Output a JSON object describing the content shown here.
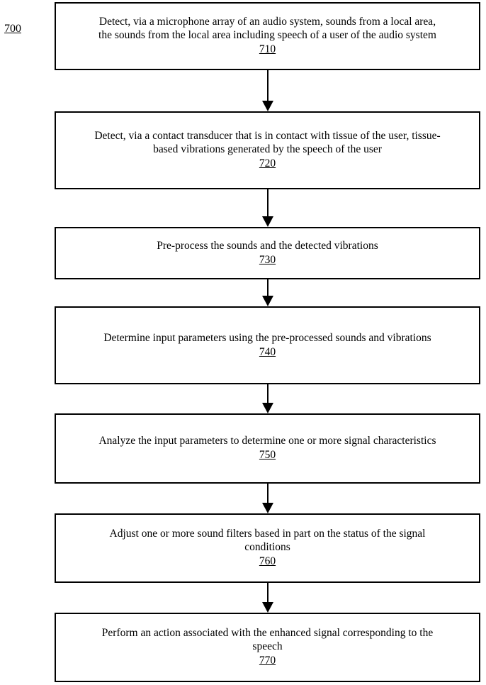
{
  "figure": {
    "label": "700",
    "steps": [
      {
        "text": "Detect, via a microphone array of an audio system, sounds from a local area,\nthe sounds from the local area including speech of a user of the audio system",
        "ref": "710"
      },
      {
        "text": "Detect, via a contact transducer that is in contact with tissue of the user, tissue-\nbased vibrations generated by the speech of the user",
        "ref": "720"
      },
      {
        "text": "Pre-process the sounds and the detected vibrations",
        "ref": "730"
      },
      {
        "text": "Determine input parameters using the pre-processed sounds and vibrations",
        "ref": "740"
      },
      {
        "text": "Analyze the input parameters to determine one or more signal characteristics",
        "ref": "750"
      },
      {
        "text": "Adjust one or more sound filters based in part on the status of the signal\nconditions",
        "ref": "760"
      },
      {
        "text": "Perform an action associated with the enhanced signal corresponding to the\nspeech",
        "ref": "770"
      }
    ]
  }
}
